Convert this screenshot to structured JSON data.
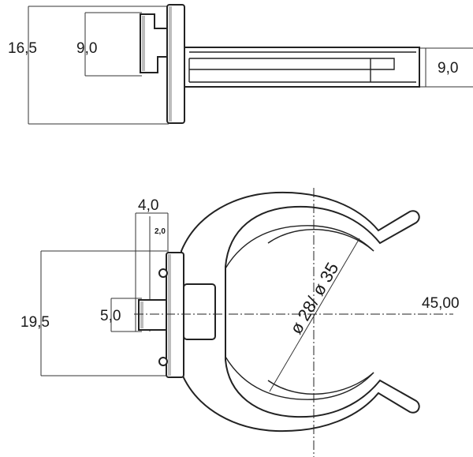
{
  "top_view": {
    "overall_height": "16,5",
    "knob_height": "9,0",
    "arm_thickness": "9,0"
  },
  "front_view": {
    "overall_height": "19,5",
    "stud_height": "5,0",
    "stud_width": "4,0",
    "stud_offset": "2,0",
    "clamp_width": "45,00",
    "diameter_label": "ø 28/ ø 35"
  }
}
